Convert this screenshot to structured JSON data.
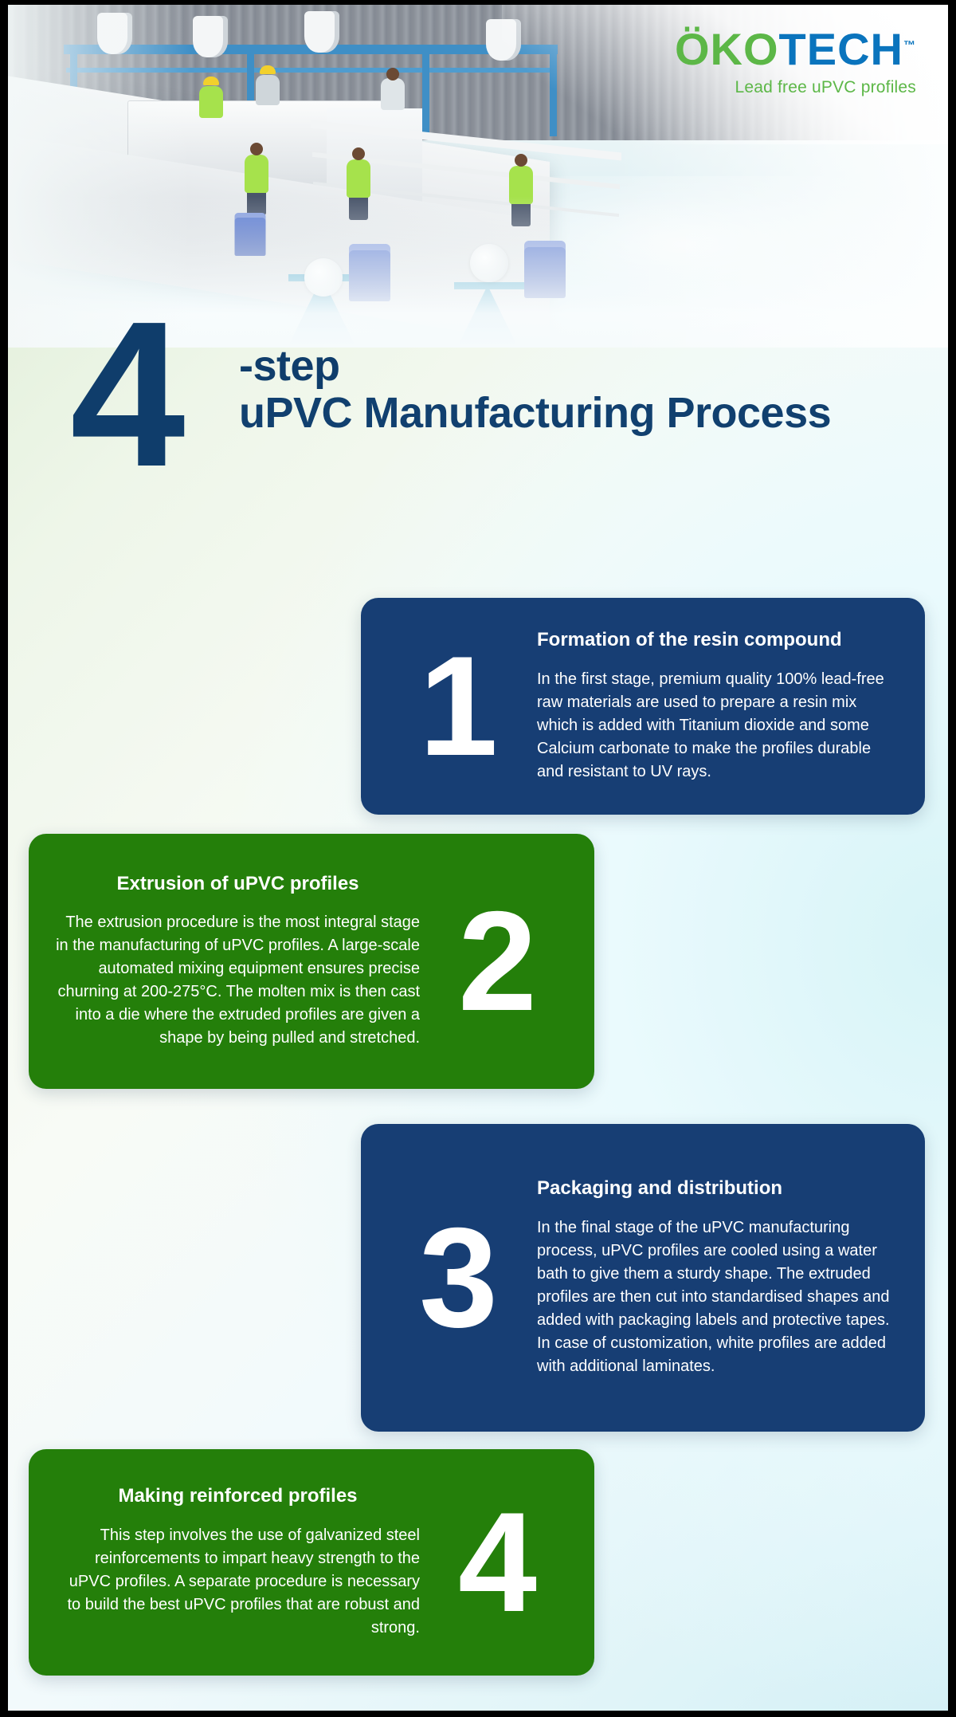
{
  "brand": {
    "logo_part_1": "ÖKO",
    "logo_part_2": "TECH",
    "trademark": "™",
    "tagline": "Lead free uPVC profiles",
    "green": "#5cb747",
    "blue": "#0a74bd"
  },
  "headline": {
    "big_number": "4",
    "line1": "-step",
    "line2": "uPVC Manufacturing Process",
    "color": "#0f3d6b"
  },
  "hero": {
    "alt": "uPVC profile extrusion factory floor with workers in green shirts and white machinery"
  },
  "colors": {
    "card_blue": "#173e74",
    "card_green": "#247f0a",
    "card_text": "#ffffff"
  },
  "steps": [
    {
      "number": "1",
      "title": "Formation of the resin compound",
      "description": "In the first stage, premium quality 100% lead-free raw materials are used to prepare a resin mix which is added with Titanium dioxide and some Calcium carbonate to make the profiles durable and resistant to UV rays.",
      "color": "#173e74"
    },
    {
      "number": "2",
      "title": "Extrusion of uPVC profiles",
      "description": "The extrusion procedure is the most integral stage in the manufacturing of uPVC profiles. A large-scale automated mixing equipment ensures precise churning at 200-275°C. The molten mix is then cast into a die where the extruded profiles are given a shape by being pulled and stretched.",
      "color": "#247f0a"
    },
    {
      "number": "3",
      "title": "Packaging and distribution",
      "description": "In the final stage of the uPVC manufacturing process, uPVC profiles are cooled using a water bath to give them a sturdy shape. The extruded profiles are then cut into standardised shapes and added with packaging labels and protective tapes. In case of customization, white profiles are added with additional laminates.",
      "color": "#173e74"
    },
    {
      "number": "4",
      "title": "Making reinforced profiles",
      "description": "This step involves the use of galvanized steel reinforcements to impart heavy strength to the uPVC profiles. A separate procedure is necessary to build the best uPVC profiles that are robust and strong.",
      "color": "#247f0a"
    }
  ]
}
